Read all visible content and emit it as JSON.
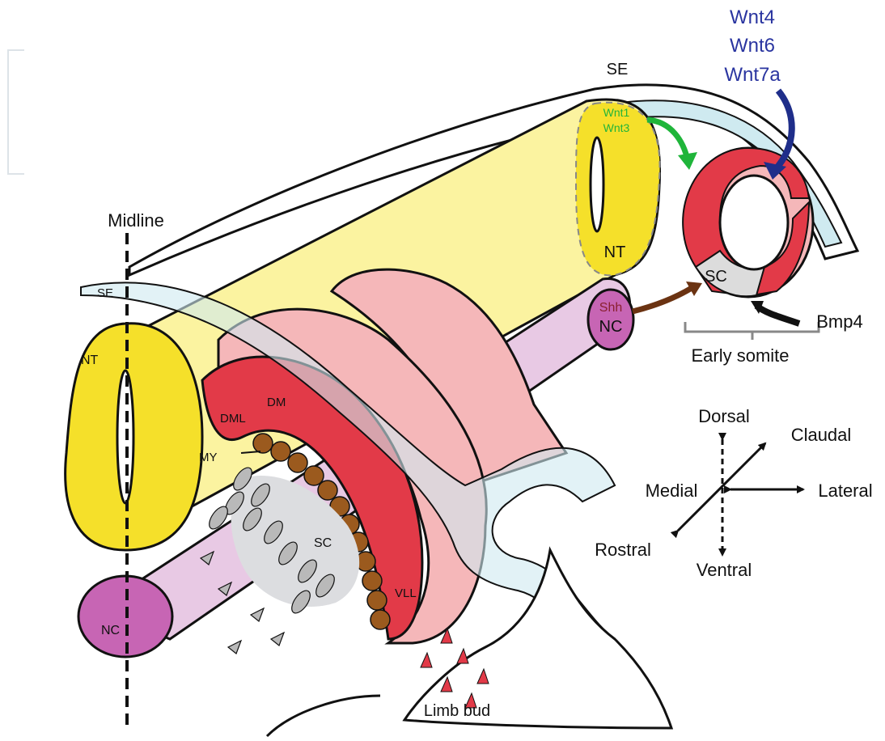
{
  "labels": {
    "midline": "Midline",
    "se_front": "SE",
    "se_back": "SE",
    "nt_front": "NT",
    "nt_back": "NT",
    "nc_front": "NC",
    "nc_back": "NC",
    "shh": "Shh",
    "dm": "DM",
    "dml": "DML",
    "my": "MY",
    "sc_main": "SC",
    "sc_somite": "SC",
    "vll": "VLL",
    "limb_bud": "Limb bud",
    "early_somite": "Early somite",
    "bmp4": "Bmp4",
    "wnt1": "Wnt1",
    "wnt3": "Wnt3",
    "wnt4": "Wnt4",
    "wnt6": "Wnt6",
    "wnt7a": "Wnt7a"
  },
  "compass": {
    "dorsal": "Dorsal",
    "ventral": "Ventral",
    "medial": "Medial",
    "lateral": "Lateral",
    "claudal": "Claudal",
    "rostral": "Rostral"
  },
  "colors": {
    "neural_tube": "#f5e02a",
    "neural_tube_light": "#fbf3a0",
    "surface_ectoderm": "#cfeaf0",
    "notochord": "#c765b4",
    "notochord_light": "#e8c9e4",
    "dermomyotome": "#e23a48",
    "dermomyotome_light": "#f5b7b9",
    "myotome": "#9b5a1e",
    "sclerotome": "#b9b9b9",
    "wnt_dorsal_arrow": "#1f2e8a",
    "wnt_nt_arrow": "#1fb53a",
    "shh_arrow": "#6b3312",
    "bmp4_arrow": "#000000",
    "wnt_dorsal_text": "#2a35a0",
    "wnt_nt_text": "#22b43a",
    "shh_text": "#8a2030"
  }
}
